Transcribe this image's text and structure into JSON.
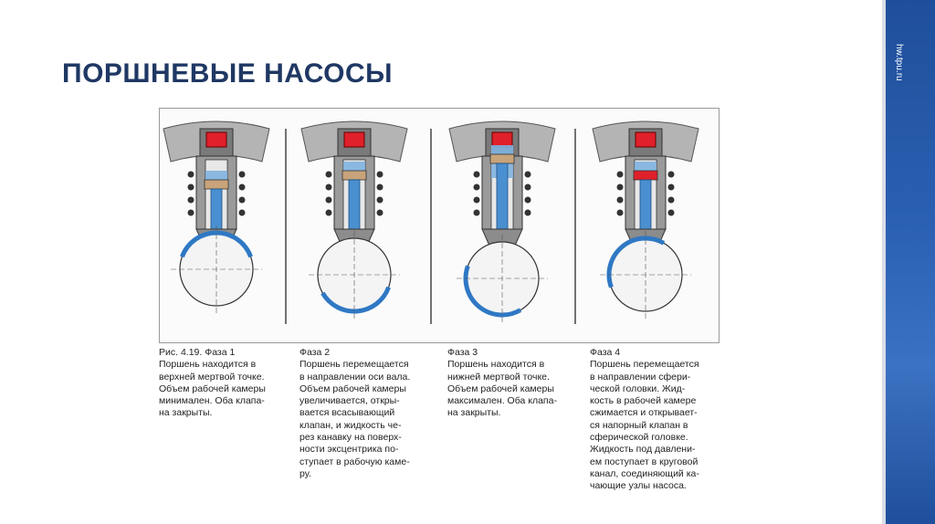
{
  "slide": {
    "title": "ПОРШНЕВЫЕ НАСОСЫ",
    "side_url": "hw.tpu.ru",
    "colors": {
      "title": "#1f3864",
      "band": "#2a5fb0",
      "fluid": "#7fb2e0",
      "valve": "#e0202a",
      "housing": "#8a8a8a"
    }
  },
  "phases": [
    {
      "heading": "Рис. 4.19. Фаза 1",
      "text": "Поршень находится в\nверхней мертвой точке.\nОбъем рабочей камеры\nминимален. Оба клапа-\nна закрыты."
    },
    {
      "heading": "Фаза 2",
      "text": "Поршень перемещается\nв направлении оси вала.\nОбъем рабочей камеры\nувеличивается, откры-\nвается всасывающий\nклапан, и жидкость че-\nрез канавку на поверх-\nности эксцентрика по-\nступает в рабочую каме-\nру."
    },
    {
      "heading": "Фаза 3",
      "text": "Поршень находится в\nнижней мертвой точке.\nОбъем рабочей камеры\nмаксимален. Оба клапа-\nна закрыты."
    },
    {
      "heading": "Фаза 4",
      "text": "Поршень перемещается\nв направлении сфери-\nческой головки. Жид-\nкость в рабочей камере\nсжимается и открывает-\nся напорный клапан в\nсферической головке.\nЖидкость под давлени-\nем поступает в круговой\nканал, соединяющий ка-\nчающие узлы насоса."
    }
  ]
}
